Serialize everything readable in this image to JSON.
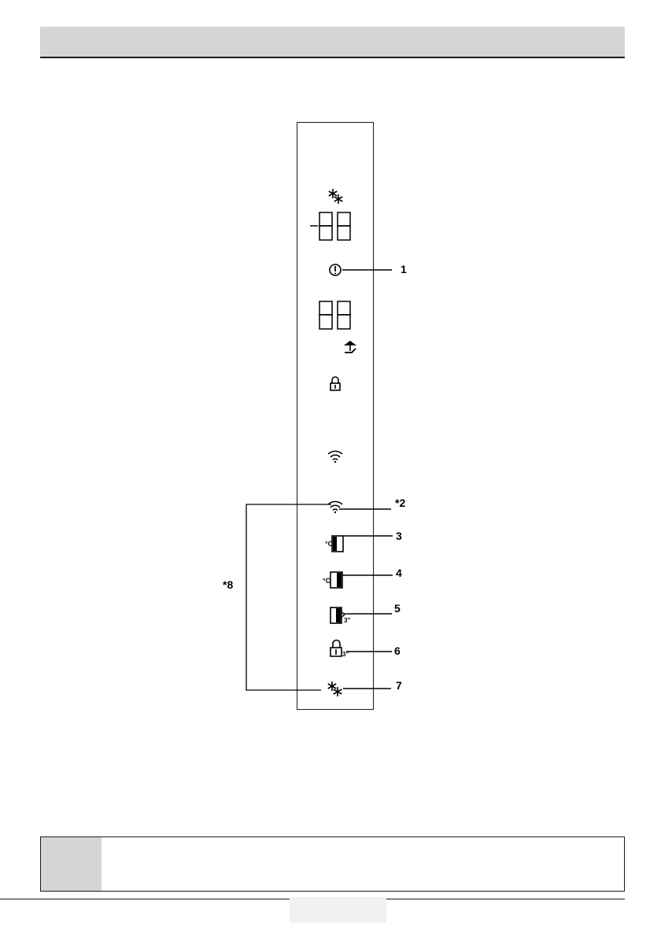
{
  "callouts": {
    "c1": "1",
    "c2": "*2",
    "c3": "3",
    "c4": "4",
    "c5": "5",
    "c6": "6",
    "c7": "7",
    "c8": "*8"
  },
  "indicators": {
    "freezer_temp": "88",
    "fridge_temp": "88",
    "button_icon_suffix": "3\""
  },
  "icons": [
    "fast-freeze-icon",
    "warning-icon",
    "vacation-mode-icon",
    "lock-icon",
    "wifi-icon",
    "wifi-button-icon",
    "freezer-temp-button-icon",
    "fridge-temp-button-icon",
    "fast-cool-button-icon",
    "key-lock-button-icon",
    "fast-freeze-button-icon"
  ],
  "colors": {
    "header_bar": "#d5d5d6",
    "note_side": "#d5d5d6",
    "line": "#1a1a1a"
  }
}
